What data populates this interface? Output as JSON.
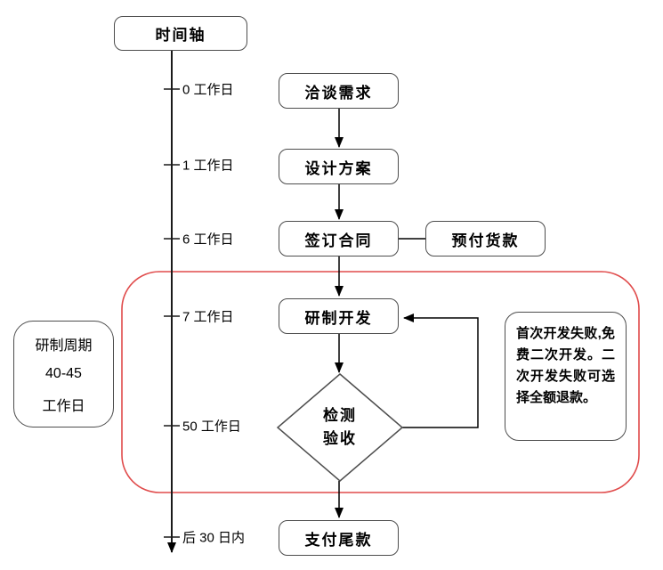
{
  "diagram": {
    "title_box": "时间轴",
    "timeline_ticks": [
      "0 工作日",
      "1 工作日",
      "6 工作日",
      "7 工作日",
      "50 工作日",
      "后 30 日内"
    ],
    "nodes": {
      "negotiate": "洽谈需求",
      "design": "设计方案",
      "sign_contract": "签订合同",
      "prepayment": "预付货款",
      "develop": "研制开发",
      "inspection_line1": "检测",
      "inspection_line2": "验收",
      "final_payment": "支付尾款"
    },
    "dev_cycle_note": {
      "line1": "研制周期",
      "line2": "40-45",
      "line3": "工作日"
    },
    "failure_policy_note": "首次开发失败,免费二次开发。二次开发失败可选择全额退款。",
    "colors": {
      "highlight_red": "#e04b4b",
      "box_border": "#4d4d4d",
      "line_black": "#000000"
    }
  }
}
